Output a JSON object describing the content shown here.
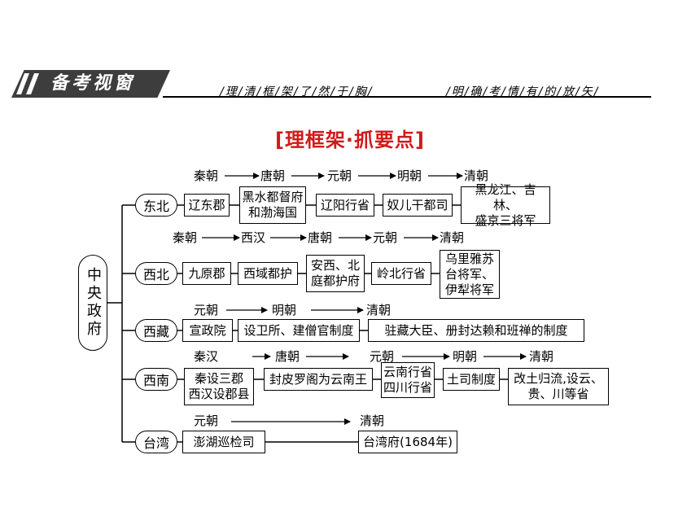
{
  "header": {
    "banner_title": "备考视窗",
    "slogan_left": "/理/清/框/架/了/然/于/胸/",
    "slogan_right": "/明/确/考/情/有/的/放/矢/"
  },
  "title": "[理框架·抓要点]",
  "root": "中央政府",
  "rows": [
    {
      "region": "东北",
      "dynasties": [
        "秦朝",
        "唐朝",
        "元朝",
        "明朝",
        "清朝"
      ],
      "items": [
        "辽东郡",
        "黑水都督府\n和渤海国",
        "辽阳行省",
        "奴儿干都司",
        "黑龙江、吉林、\n盛京三将军"
      ]
    },
    {
      "region": "西北",
      "dynasties": [
        "秦朝",
        "西汉",
        "唐朝",
        "元朝",
        "清朝"
      ],
      "items": [
        "九原郡",
        "西域都护",
        "安西、北\n庭都护府",
        "岭北行省",
        "乌里雅苏\n台将军、\n伊犁将军"
      ]
    },
    {
      "region": "西藏",
      "dynasties": [
        "元朝",
        "明朝",
        "清朝"
      ],
      "items": [
        "宣政院",
        "设卫所、建僧官制度",
        "驻藏大臣、册封达赖和班禅的制度"
      ]
    },
    {
      "region": "西南",
      "dynasties": [
        "秦汉",
        "唐朝",
        "元朝",
        "明朝",
        "清朝"
      ],
      "items": [
        "秦设三郡\n西汉设郡县",
        "封皮罗阁为云南王",
        "云南行省\n四川行省",
        "土司制度",
        "改土归流,设云、\n贵、川等省"
      ]
    },
    {
      "region": "台湾",
      "dynasties": [
        "元朝",
        "清朝"
      ],
      "items": [
        "澎湖巡检司",
        "台湾府(1684年)"
      ]
    }
  ]
}
